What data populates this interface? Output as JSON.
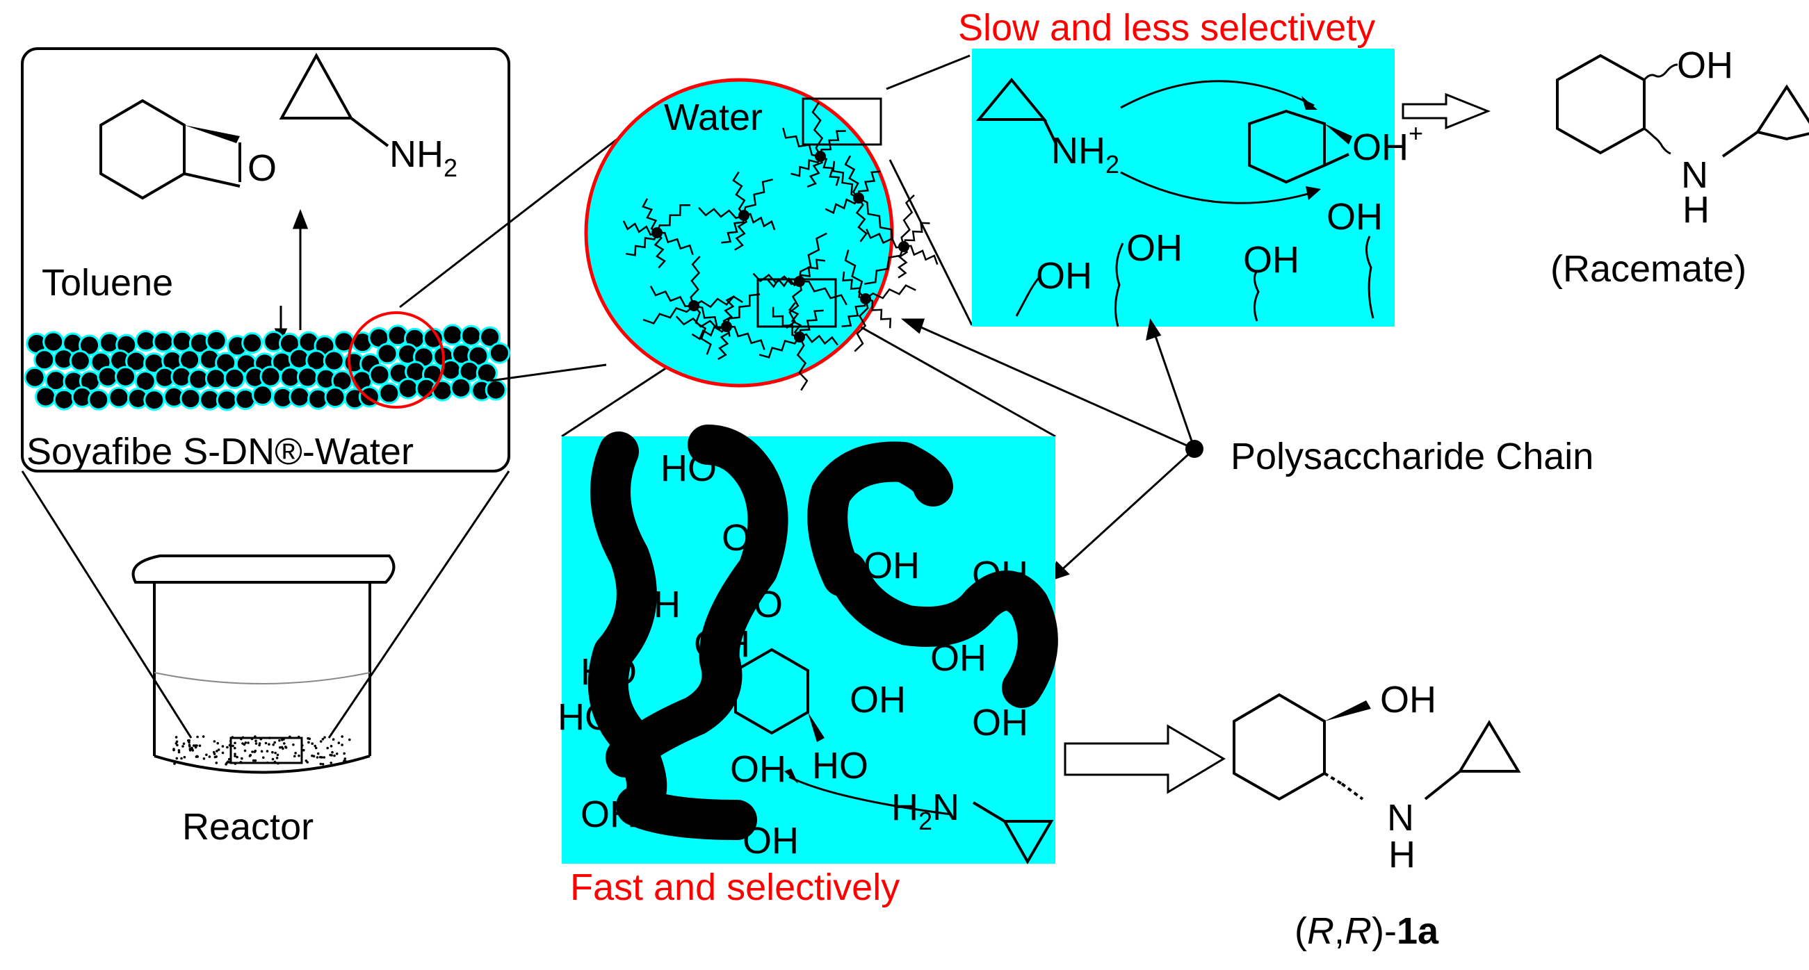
{
  "labels": {
    "toluene": "Toluene",
    "water": "Water",
    "soyafibe": "Soyafibe S-DN®-Water",
    "reactor": "Reactor",
    "slow": "Slow and less selectivety",
    "fast": "Fast and selectively",
    "chain": "Polysaccharide Chain",
    "racemate": "(Racemate)",
    "product_prefix": "(",
    "product_r1": "R",
    "product_comma": ",",
    "product_r2": "R",
    "product_suffix": ")-",
    "product_bold": "1a"
  },
  "atoms": {
    "o": "O",
    "nh2": "NH",
    "sub2": "2",
    "oh": "OH",
    "ho": "HO",
    "plus": "+",
    "n": "N",
    "h": "H",
    "h2n_h": "H",
    "h2n_n": "N"
  },
  "hydroxyls": [
    {
      "text": "HO"
    },
    {
      "text": "OH"
    },
    {
      "text": "OH"
    },
    {
      "text": "OH"
    },
    {
      "text": "OH"
    },
    {
      "text": "HO"
    },
    {
      "text": "OH"
    },
    {
      "text": "OH"
    },
    {
      "text": "HO"
    },
    {
      "text": "OH"
    },
    {
      "text": "HO"
    },
    {
      "text": "OH"
    },
    {
      "text": "OH"
    },
    {
      "text": "HO"
    },
    {
      "text": "OH"
    },
    {
      "text": "OH"
    }
  ],
  "colors": {
    "cyan": "#00FFFF",
    "red": "#FF0000",
    "black": "#000000"
  }
}
